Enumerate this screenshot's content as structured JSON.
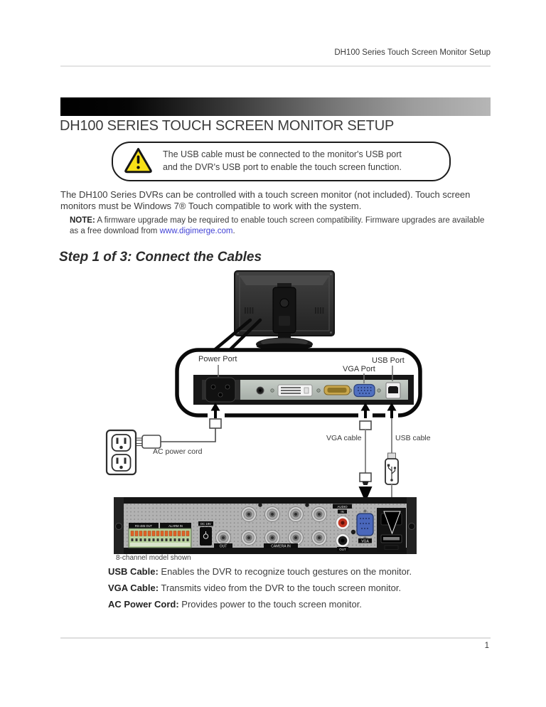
{
  "header": {
    "title": "DH100 Series Touch Screen Monitor Setup"
  },
  "page": {
    "title": "DH100 SERIES TOUCH SCREEN MONITOR SETUP",
    "number": "1"
  },
  "warning": {
    "line1": "The USB cable must be connected to the monitor's USB port",
    "line2": "and the DVR's USB port to enable the touch screen function."
  },
  "intro": {
    "text": "The DH100 Series DVRs can be controlled with a touch screen monitor (not included). Touch screen monitors must be Windows 7® Touch compatible to work with the system.",
    "note_label": "NOTE:",
    "note_text": " A firmware upgrade may be required to enable touch screen compatibility. Firmware upgrades are available as a free download from ",
    "note_link": "www.digimerge.com",
    "note_suffix": "."
  },
  "step_heading": "Step 1 of 3: Connect the Cables",
  "diagram": {
    "labels": {
      "power_port": "Power Port",
      "vga_port": "VGA Port",
      "usb_port": "USB Port",
      "ac_power_cord": "AC power cord",
      "vga_cable": "VGA cable",
      "usb_cable": "USB cable",
      "caption": "8-channel model shown"
    },
    "dvr_labels": {
      "rs485": "RS-485 OUT",
      "alarm_in": "ALARM IN",
      "dc": "DC 19V",
      "out": "OUT",
      "camera_in": "CAMERA IN",
      "audio": "AUDIO",
      "in": "IN",
      "audio_out": "OUT",
      "vga": "VGA"
    }
  },
  "cable_descriptions": [
    {
      "label": "USB Cable:",
      "text": " Enables the DVR to recognize touch gestures on the monitor."
    },
    {
      "label": "VGA Cable:",
      "text": " Transmits video from the DVR to the touch screen monitor."
    },
    {
      "label": "AC Power Cord:",
      "text": " Provides power to the touch screen monitor."
    }
  ],
  "colors": {
    "link_blue": "#4343d6",
    "warning_yellow": "#f7e017",
    "vga_blue": "#4a67bb",
    "hdmi_gold": "#caa84e"
  }
}
